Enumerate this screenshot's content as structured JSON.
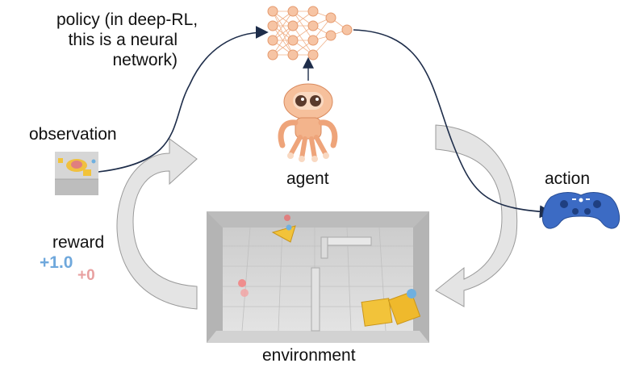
{
  "labels": {
    "policy": [
      "policy (in deep-RL,",
      "this is a neural",
      "network)"
    ],
    "observation": "observation",
    "agent": "agent",
    "action": "action",
    "reward": "reward",
    "environment": "environment"
  },
  "reward_values": {
    "positive": "+1.0",
    "zero": "+0"
  },
  "colors": {
    "neural_net": "#f0b088",
    "robot": "#f1a87c",
    "controller": "#3c6bc4",
    "reward_positive": "#6fa8dc",
    "reward_zero": "#e8a0a0",
    "arrow_fill": "#e4e4e4",
    "line": "#1e2d4a"
  },
  "icons": [
    "neural-network-icon",
    "robot-agent-icon",
    "game-controller-icon",
    "observation-thumbnail",
    "environment-scene"
  ]
}
